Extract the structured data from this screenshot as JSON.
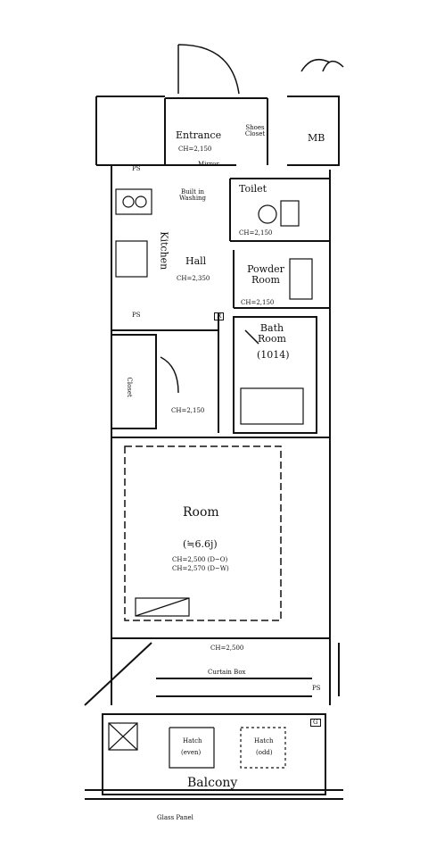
{
  "rooms": {
    "entrance": {
      "label": "Entrance",
      "ch": "CH=2,150"
    },
    "shoes_closet": {
      "label": "Shoes Closet"
    },
    "mb": {
      "label": "MB"
    },
    "ps_top": {
      "label": "PS"
    },
    "mirror": {
      "label": "Mirror"
    },
    "built_in_washing": {
      "label": "Built in Washing"
    },
    "toilet": {
      "label": "Toilet",
      "ch": "CH=2,150"
    },
    "kitchen": {
      "label": "Kitchen"
    },
    "hall": {
      "label": "Hall",
      "ch": "CH=2,350"
    },
    "powder_room": {
      "label": "Powder Room",
      "ch": "CH=2,150"
    },
    "r_mark": {
      "label": "R"
    },
    "ps_mid": {
      "label": "PS"
    },
    "bath_room": {
      "label": "Bath Room",
      "size": "(1014)"
    },
    "closet": {
      "label": "Closet"
    },
    "closet_ch": {
      "ch": "CH=2,150"
    },
    "room": {
      "label": "Room",
      "size": "(≒6.6j)",
      "ch1": "CH=2,500 (D~O)",
      "ch2": "CH=2,570 (D~W)"
    },
    "curtain_box": {
      "label": "Curtain Box"
    },
    "ps_bottom": {
      "label": "PS"
    },
    "g_mark": {
      "label": "G"
    },
    "hatch_even": {
      "label": "Hatch",
      "sub": "(even)"
    },
    "hatch_odd": {
      "label": "Hatch",
      "sub": "(odd)"
    },
    "balcony": {
      "label": "Balcony"
    },
    "glass_panel": {
      "label": "Glass Panel"
    },
    "room_ch_bottom": {
      "ch": "CH=2,500"
    }
  }
}
